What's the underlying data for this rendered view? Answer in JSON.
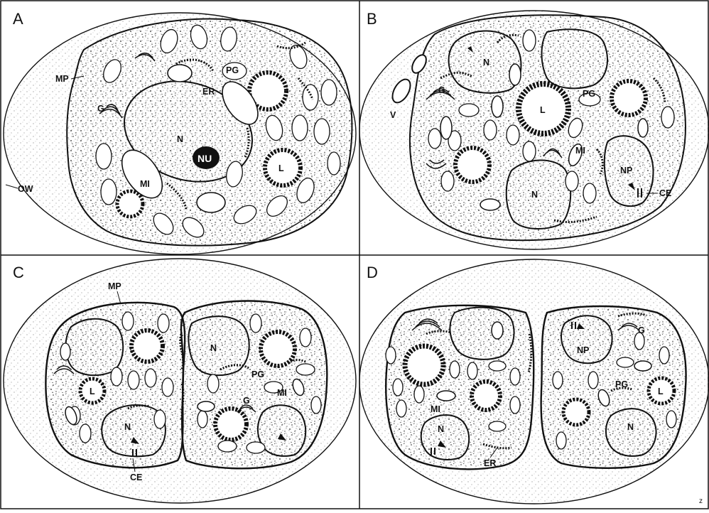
{
  "panels": [
    {
      "id": "A",
      "letter": "A",
      "labels": {
        "mp": "MP",
        "g": "G",
        "ow": "OW",
        "er": "ER",
        "pg": "PG",
        "n": "N",
        "nu": "NU",
        "mi": "MI",
        "l": "L"
      }
    },
    {
      "id": "B",
      "letter": "B",
      "labels": {
        "n_top": "N",
        "g": "G",
        "v": "V",
        "l": "L",
        "pg": "PG",
        "mi": "MI",
        "n_bottom": "N",
        "np": "NP",
        "ce": "CE"
      }
    },
    {
      "id": "C",
      "letter": "C",
      "labels": {
        "mp": "MP",
        "n_right": "N",
        "l": "L",
        "pg": "PG",
        "g": "G",
        "mi": "MI",
        "n_left": "N",
        "ce": "CE"
      }
    },
    {
      "id": "D",
      "letter": "D",
      "labels": {
        "np": "NP",
        "g": "G",
        "pg": "PG",
        "l": "L",
        "mi": "MI",
        "n_left": "N",
        "er": "ER",
        "n_right": "N"
      }
    }
  ],
  "corner_mark": "z"
}
